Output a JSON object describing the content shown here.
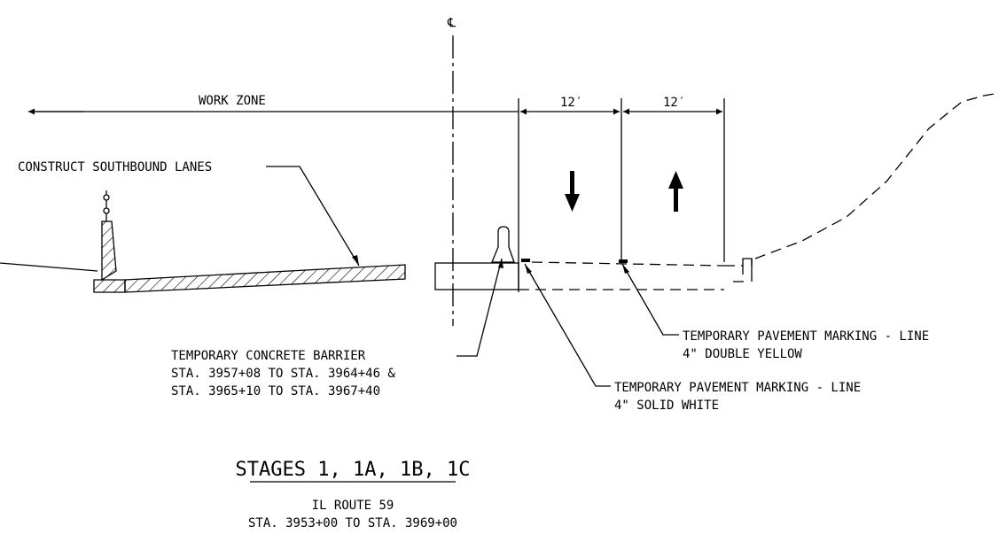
{
  "centerline_symbol": "℄",
  "dimensions": {
    "work_zone": "WORK ZONE",
    "lane_1": "12′",
    "lane_2": "12′"
  },
  "callouts": {
    "construct": "CONSTRUCT SOUTHBOUND LANES",
    "barrier": [
      "TEMPORARY CONCRETE BARRIER",
      "STA. 3957+08 TO STA. 3964+46 &",
      "STA. 3965+10 TO STA. 3967+40"
    ],
    "marking_yellow": [
      "TEMPORARY PAVEMENT MARKING - LINE",
      "4\" DOUBLE YELLOW"
    ],
    "marking_white": [
      "TEMPORARY PAVEMENT MARKING - LINE",
      "4\" SOLID WHITE"
    ]
  },
  "title": {
    "heading": "STAGES 1, 1A, 1B, 1C",
    "route": "IL ROUTE 59",
    "stations": "STA. 3953+00 TO STA. 3969+00"
  },
  "icons": [
    "southbound-arrow-icon",
    "northbound-arrow-icon"
  ]
}
